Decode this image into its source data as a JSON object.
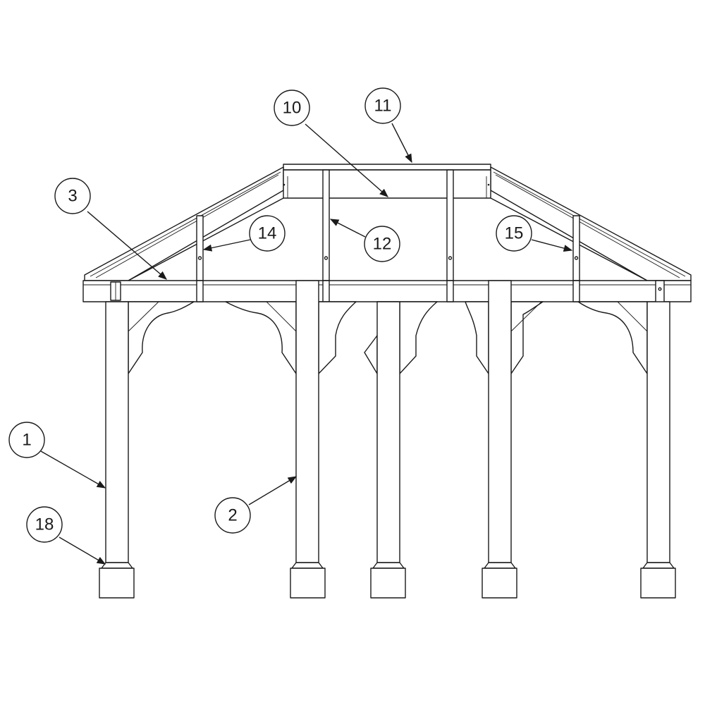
{
  "diagram": {
    "callouts": [
      {
        "id": "c1",
        "label": "1"
      },
      {
        "id": "c2",
        "label": "2"
      },
      {
        "id": "c3",
        "label": "3"
      },
      {
        "id": "c10",
        "label": "10"
      },
      {
        "id": "c11",
        "label": "11"
      },
      {
        "id": "c12",
        "label": "12"
      },
      {
        "id": "c14",
        "label": "14"
      },
      {
        "id": "c15",
        "label": "15"
      },
      {
        "id": "c18",
        "label": "18"
      }
    ]
  },
  "colors": {
    "line": "#1a1a1a",
    "background": "#ffffff"
  }
}
